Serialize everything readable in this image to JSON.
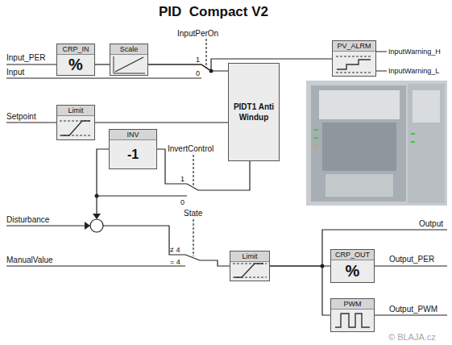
{
  "diagram": {
    "title": "PID  Compact V2",
    "nodes": [
      {
        "text": [
          "CRP_IN",
          "%"
        ]
      },
      {
        "text": [
          "Scale"
        ]
      },
      {
        "text": [
          "PV_ALRM"
        ]
      },
      {
        "text": [
          "PIDT1 Anti Windup"
        ]
      },
      {
        "text": [
          "Limit"
        ]
      },
      {
        "text": [
          "INV",
          "-1"
        ]
      },
      {
        "text": [
          "Limit"
        ]
      },
      {
        "text": [
          "CRP_OUT",
          "%"
        ]
      },
      {
        "text": [
          "PWM"
        ]
      }
    ],
    "edges": [
      {
        "from": 0,
        "to": 1,
        "arrow": "none"
      },
      {
        "from": 1,
        "to": 3,
        "arrow": "none"
      },
      {
        "from": 1,
        "to": 2,
        "arrow": "none"
      },
      {
        "from": 4,
        "to": 3,
        "arrow": "none"
      },
      {
        "from": 3,
        "to": 5,
        "arrow": "none"
      },
      {
        "from": 6,
        "to": 7,
        "arrow": "none"
      },
      {
        "from": 6,
        "to": 8,
        "arrow": "none"
      }
    ],
    "labels": [
      "Input_PER",
      "InputPerOn",
      "1",
      "0",
      "InputWarning_H",
      "InputWarning_L",
      "Input",
      "Setpoint",
      "InvertControl",
      "1",
      "0",
      "Disturbance",
      "State",
      "≠ 4",
      "= 4",
      "ManualValue",
      "Output",
      "Output_PER",
      "Output_PWM",
      "© BLAJA.cz"
    ]
  }
}
